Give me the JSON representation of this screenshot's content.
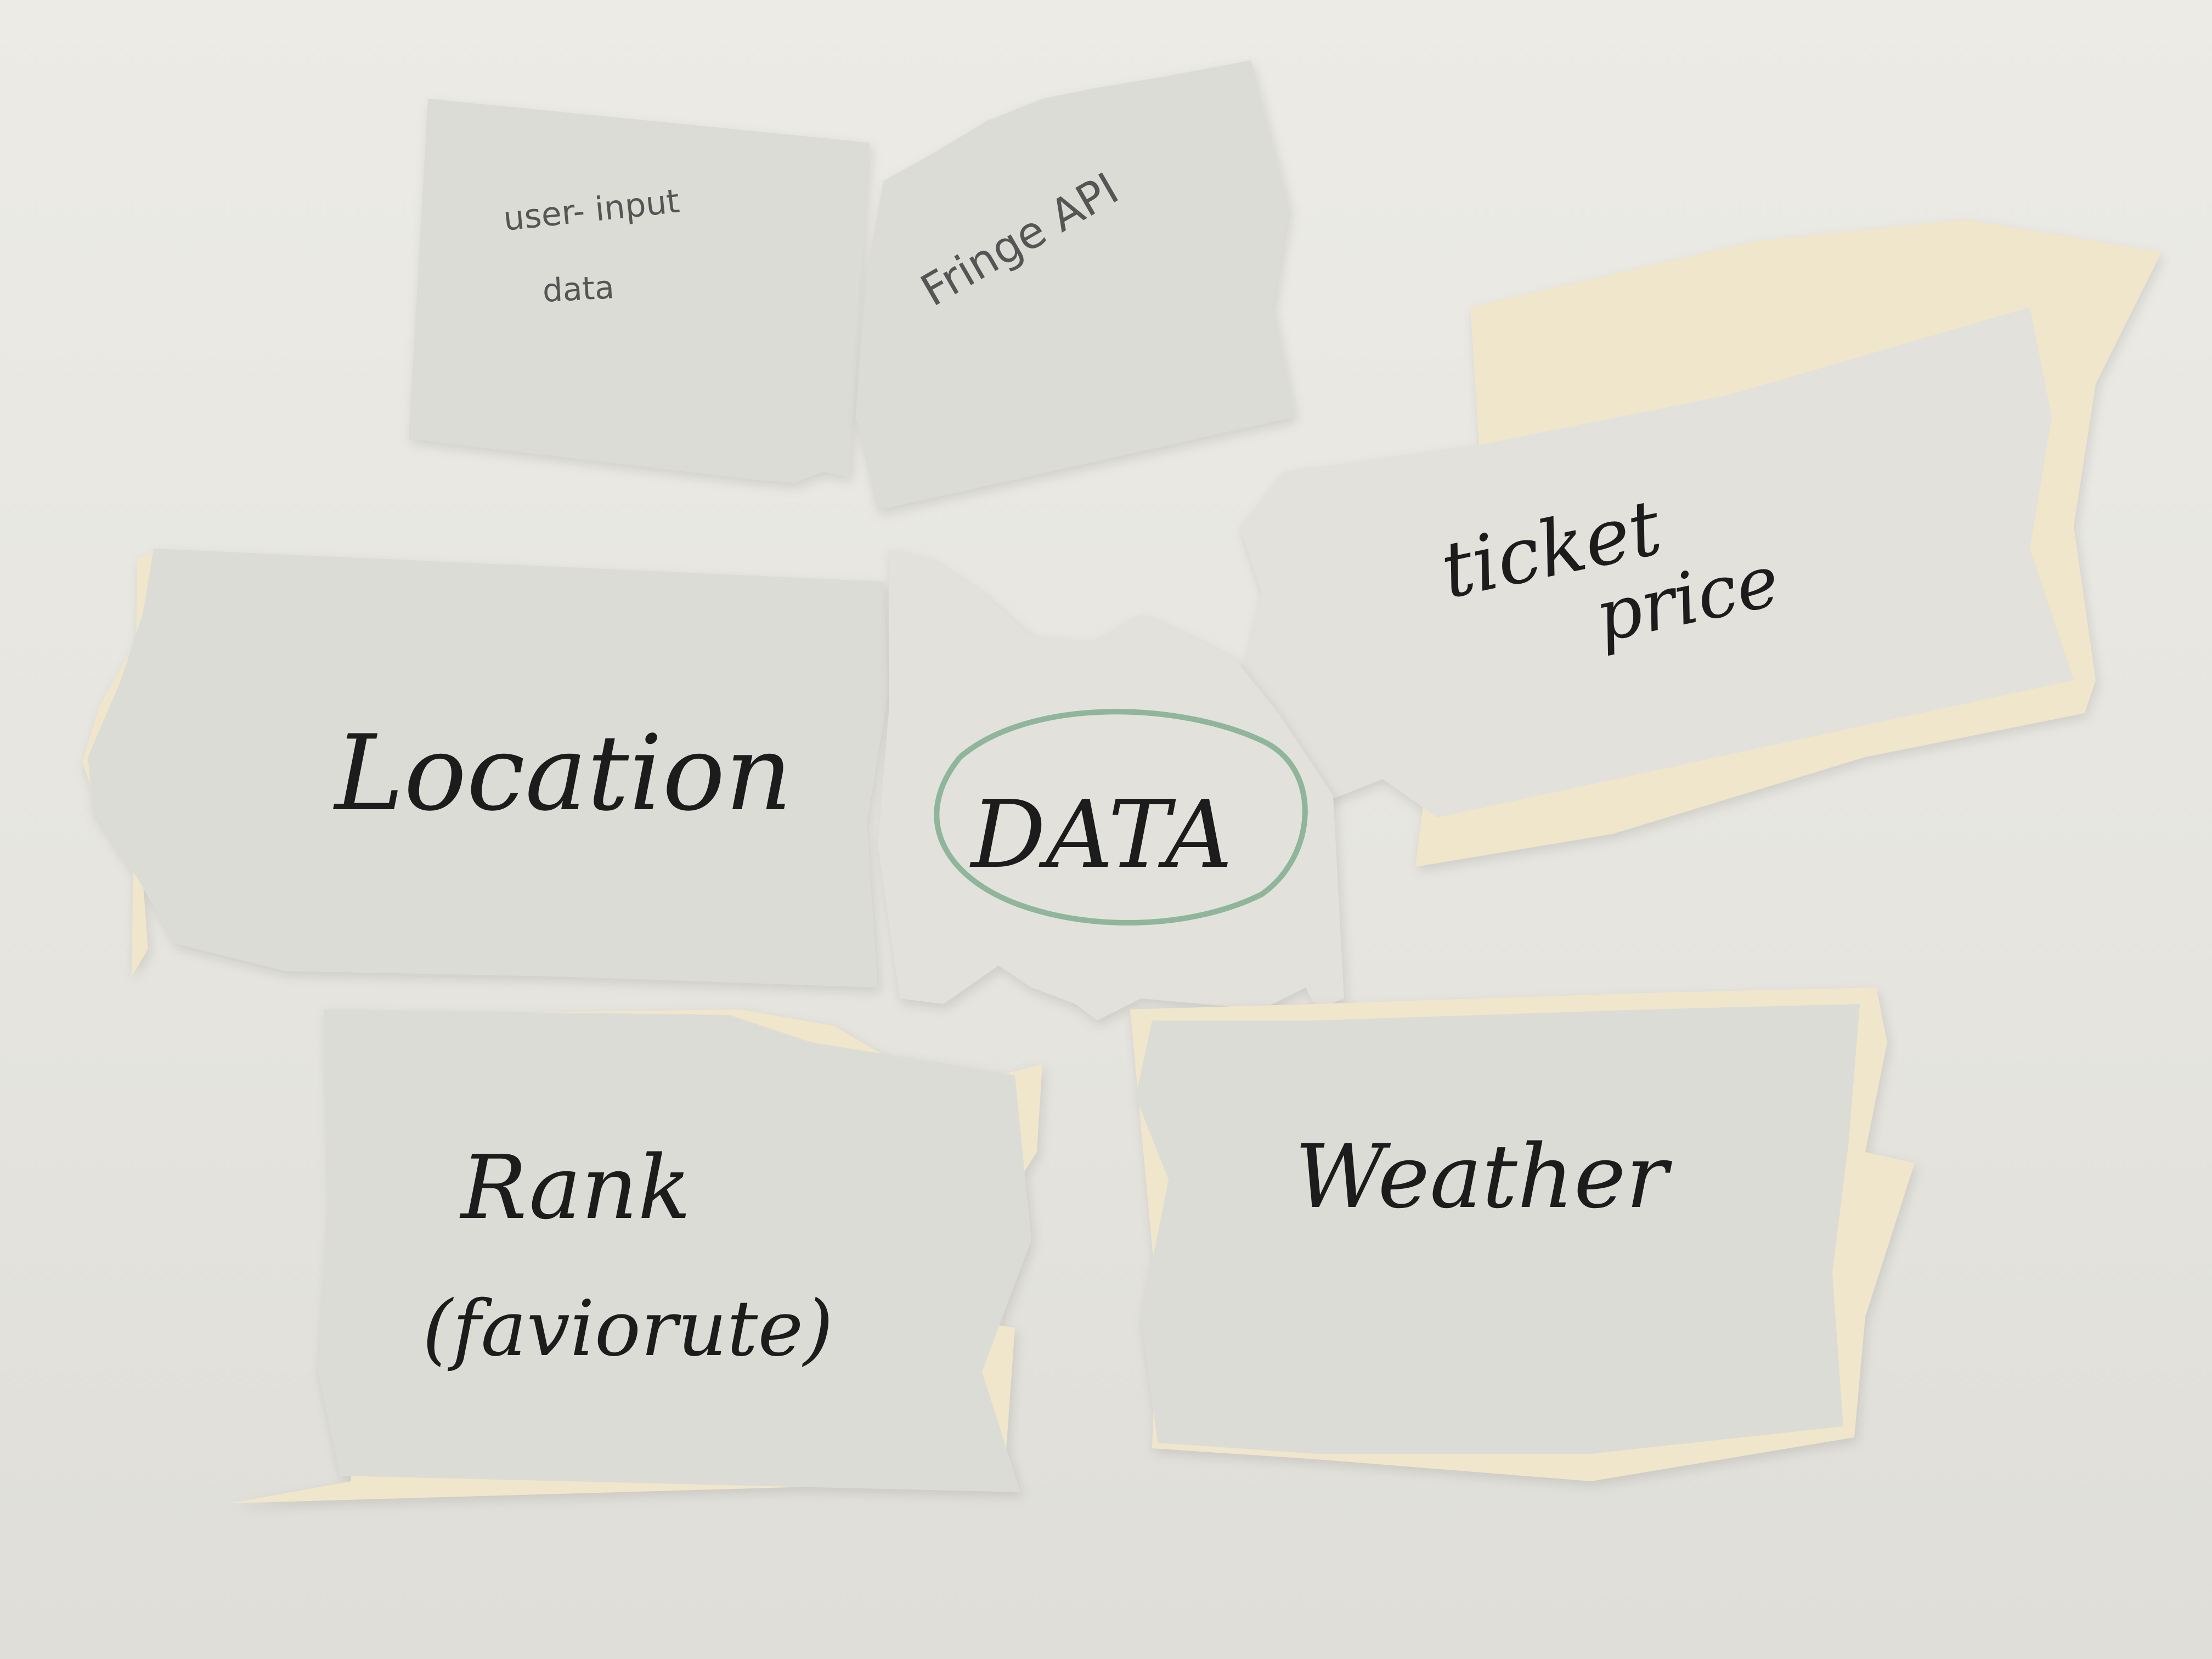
{
  "notes": {
    "user_input": {
      "line1": "user- input",
      "line2": "data"
    },
    "fringe_api": "Fringe API",
    "ticket_price": {
      "line1": "ticket",
      "line2": "price"
    },
    "location": "Location",
    "data": "DATA",
    "rank": {
      "line1": "Rank",
      "line2": "(faviorute)"
    },
    "weather": "Weather"
  },
  "colors": {
    "background": "#e9e8e2",
    "paper": "#dcdcd6",
    "tape": "#efe6cc",
    "ink": "#1c1c1c",
    "circle": "#8fb59b"
  }
}
